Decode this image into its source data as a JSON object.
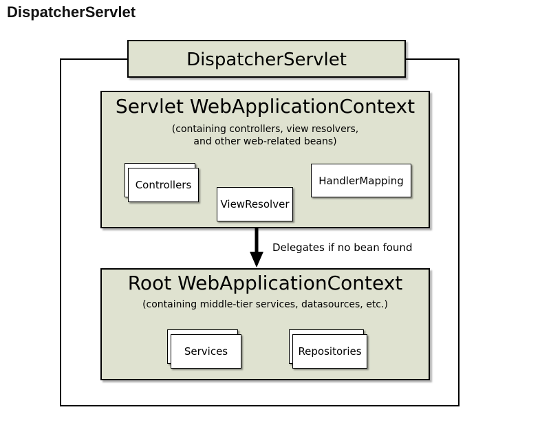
{
  "page_title": "DispatcherServlet",
  "colors": {
    "context_fill": "#dfe2d0",
    "bean_fill": "#ffffff",
    "border": "#000000",
    "background": "#ffffff"
  },
  "diagram": {
    "dispatcher_box": {
      "label": "DispatcherServlet"
    },
    "servlet_context": {
      "title": "Servlet WebApplicationContext",
      "subtitle_line1": "(containing controllers, view resolvers,",
      "subtitle_line2": "and other web-related beans)",
      "beans": [
        {
          "label": "Controllers",
          "stacked": true
        },
        {
          "label": "ViewResolver",
          "stacked": false
        },
        {
          "label": "HandlerMapping",
          "stacked": false
        }
      ]
    },
    "arrow": {
      "label": "Delegates if no bean found"
    },
    "root_context": {
      "title": "Root WebApplicationContext",
      "subtitle_line1": "(containing middle-tier services, datasources, etc.)",
      "beans": [
        {
          "label": "Services",
          "stacked": true
        },
        {
          "label": "Repositories",
          "stacked": true
        }
      ]
    }
  }
}
